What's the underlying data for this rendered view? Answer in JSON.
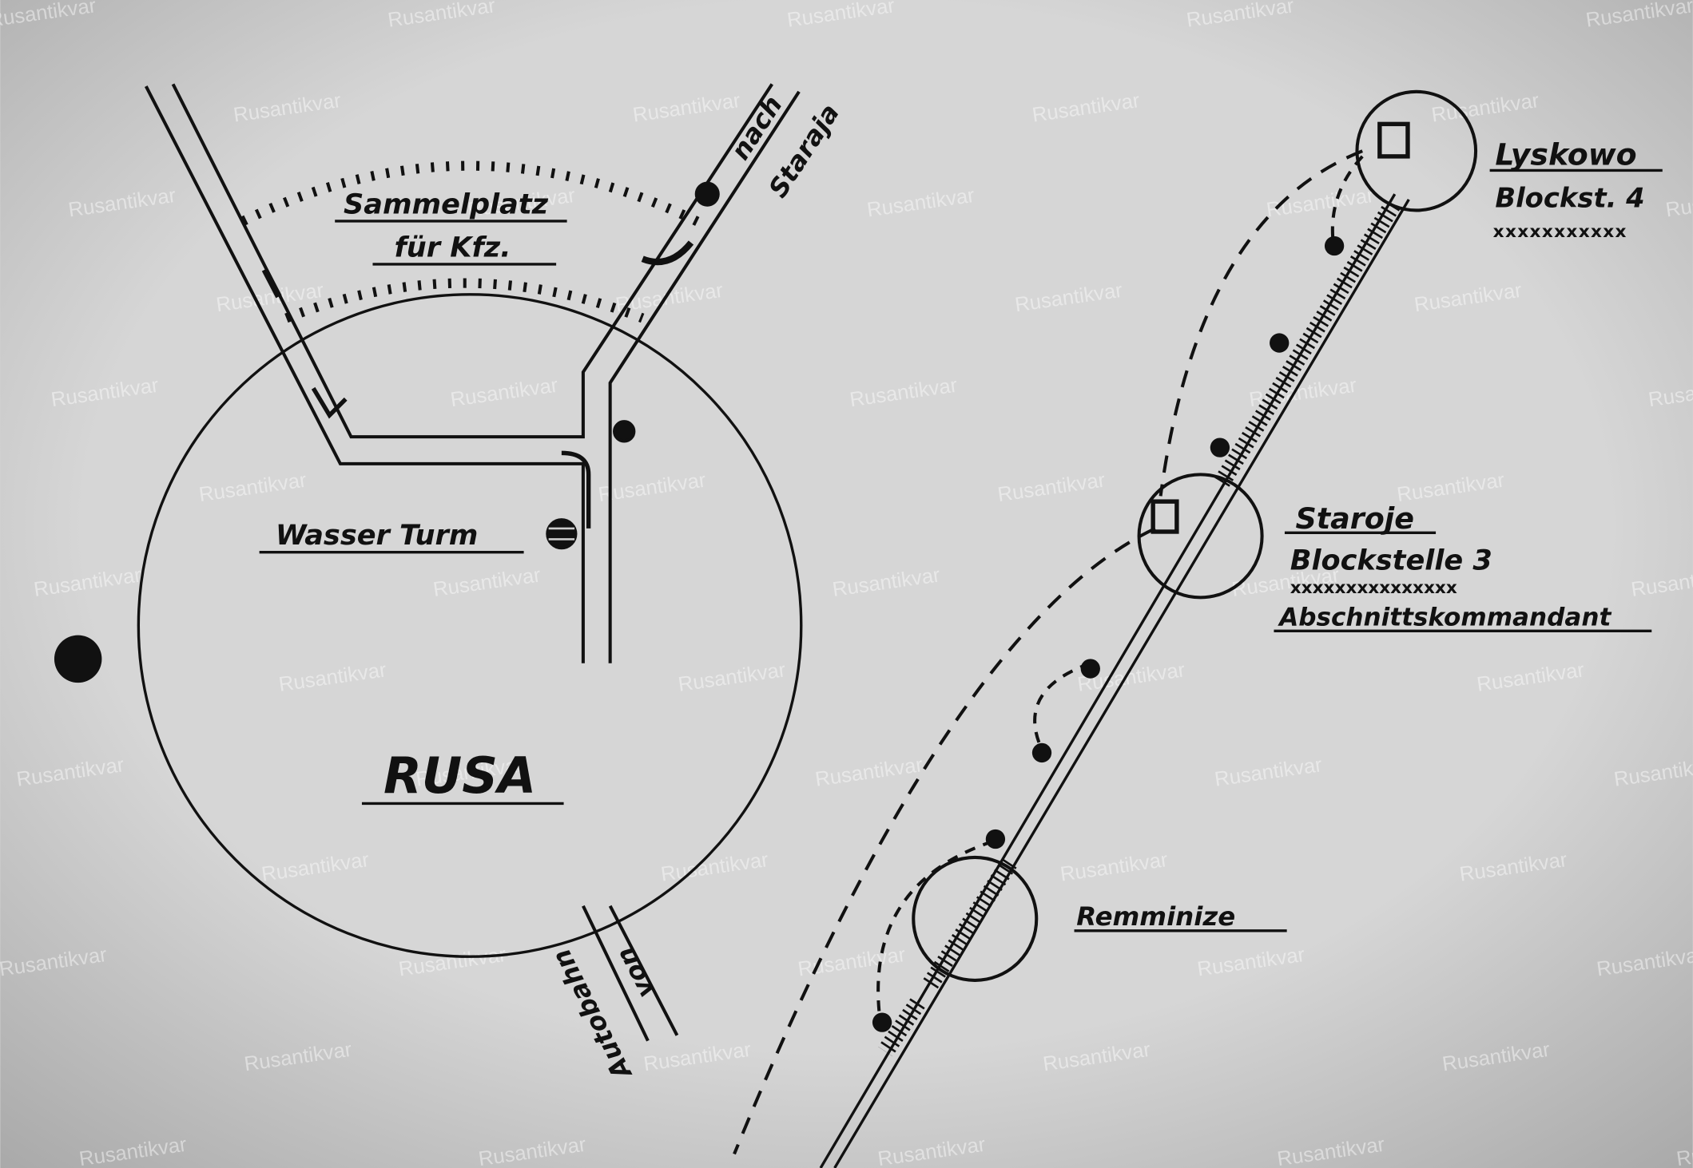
{
  "watermark": "Rusantikvar",
  "left_map": {
    "collection_area": {
      "line1": "Sammelplatz",
      "line2": "für Kfz."
    },
    "road_north_label": {
      "line1": "nach",
      "line2": "Staraja"
    },
    "water_tower_label": "Wasser Turm",
    "town_label": "RUSA",
    "road_south_label": {
      "line1": "von",
      "line2": "Autobahn"
    }
  },
  "right_map": {
    "lyskowo": {
      "name": "Lyskowo",
      "sub": "Blockst. 4"
    },
    "staroje": {
      "name": "Staroje",
      "sub": "Blockstelle 3",
      "role": "Abschnittskommandant"
    },
    "remminize": {
      "name": "Remminize"
    }
  },
  "colors": {
    "paper": "#d2d2d2",
    "ink": "#111111"
  }
}
